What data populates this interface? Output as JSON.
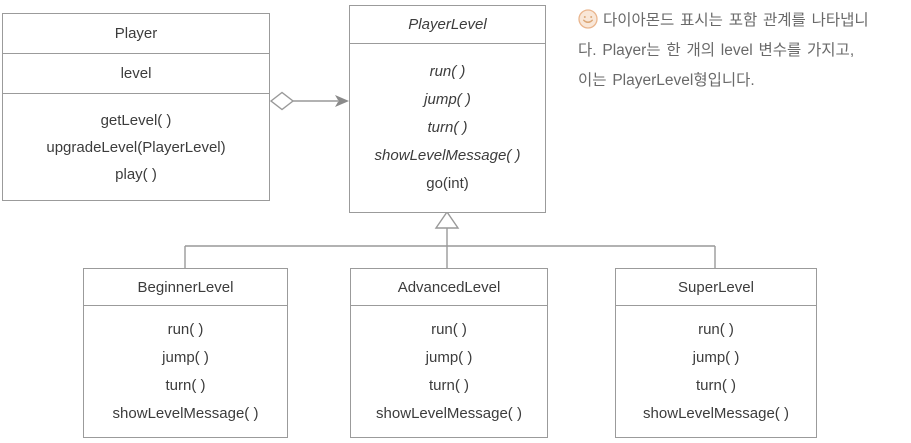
{
  "diagram": {
    "classes": {
      "player": {
        "title": "Player",
        "fields": [
          "level"
        ],
        "methods": [
          "getLevel( )",
          "upgradeLevel(PlayerLevel)",
          "play( )"
        ]
      },
      "playerLevel": {
        "title": "PlayerLevel",
        "abstract_methods": [
          "run( )",
          "jump( )",
          "turn( )",
          "showLevelMessage( )"
        ],
        "concrete_method": "go(int)"
      },
      "beginnerLevel": {
        "title": "BeginnerLevel",
        "methods": [
          "run( )",
          "jump( )",
          "turn( )",
          "showLevelMessage( )"
        ]
      },
      "advancedLevel": {
        "title": "AdvancedLevel",
        "methods": [
          "run( )",
          "jump( )",
          "turn( )",
          "showLevelMessage( )"
        ]
      },
      "superLevel": {
        "title": "SuperLevel",
        "methods": [
          "run( )",
          "jump( )",
          "turn( )",
          "showLevelMessage( )"
        ]
      }
    }
  },
  "annotation": {
    "icon": "smiley-icon",
    "line1": "다이아몬드 표시는 포함 관계를 나타냅니",
    "line2": "다. Player는 한 개의 level 변수를 가지고,",
    "line3": "이는 PlayerLevel형입니다."
  },
  "colors": {
    "box_border": "#9b9b9b",
    "connector_line": "#999999",
    "text": "#3c3c3c",
    "annotation_text": "#696969",
    "smiley_fill": "#f9e7d8",
    "smiley_stroke": "#eab68e"
  }
}
